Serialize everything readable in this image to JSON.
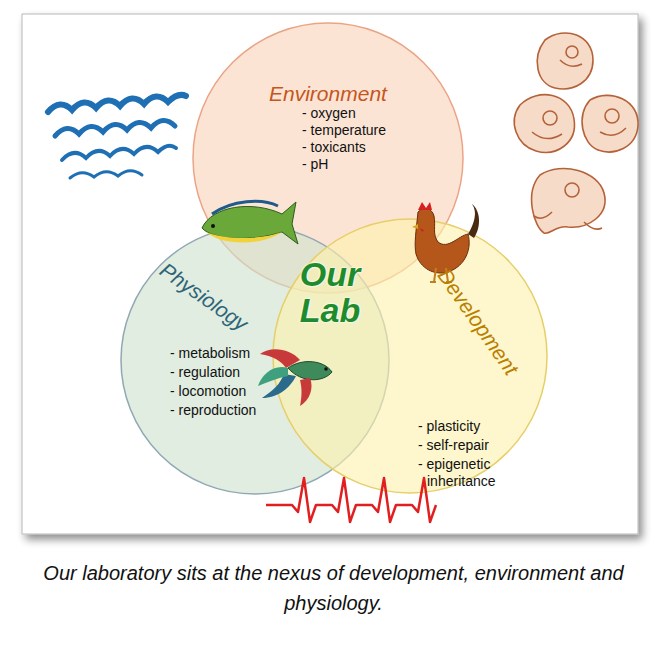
{
  "diagram": {
    "caption": "Our laboratory sits at the nexus of development, environment and physiology.",
    "nodes": [
      {
        "text": [
          "Environment",
          "- oxygen",
          "- temperature",
          "- toxicants",
          "- pH"
        ]
      },
      {
        "text": [
          "Physiology",
          "- metabolism",
          "- regulation",
          "- locomotion",
          "- reproduction"
        ]
      },
      {
        "text": [
          "Development",
          "- plasticity",
          "- self-repair",
          "- epigenetic inheritance"
        ]
      }
    ],
    "labels": [
      "Our Lab"
    ]
  }
}
